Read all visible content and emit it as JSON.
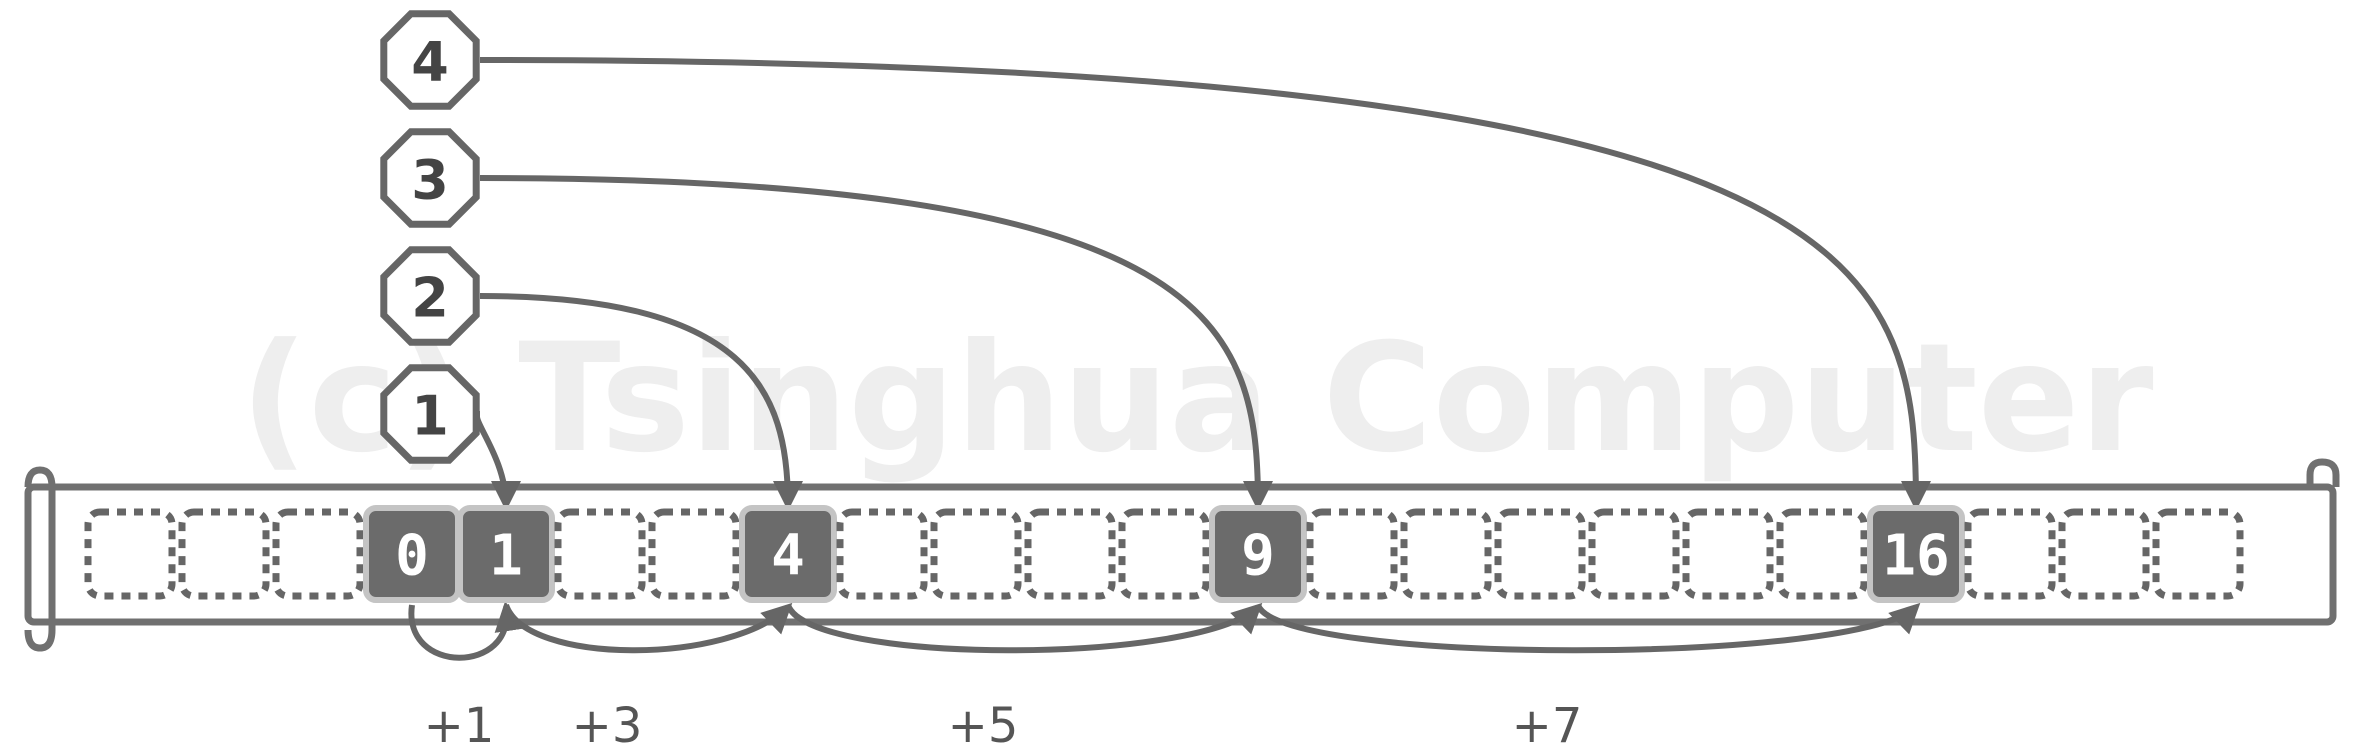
{
  "watermark": "(c) Tsinghua Computer",
  "cells": [
    {
      "value": ""
    },
    {
      "value": ""
    },
    {
      "value": ""
    },
    {
      "value": "0"
    },
    {
      "value": "1"
    },
    {
      "value": ""
    },
    {
      "value": ""
    },
    {
      "value": "4"
    },
    {
      "value": ""
    },
    {
      "value": ""
    },
    {
      "value": ""
    },
    {
      "value": ""
    },
    {
      "value": "9"
    },
    {
      "value": ""
    },
    {
      "value": ""
    },
    {
      "value": ""
    },
    {
      "value": ""
    },
    {
      "value": ""
    },
    {
      "value": ""
    },
    {
      "value": "16"
    },
    {
      "value": ""
    },
    {
      "value": ""
    },
    {
      "value": ""
    }
  ],
  "probes": [
    {
      "label": "1",
      "target_cell": 4
    },
    {
      "label": "2",
      "target_cell": 7
    },
    {
      "label": "3",
      "target_cell": 12
    },
    {
      "label": "4",
      "target_cell": 19
    }
  ],
  "steps": [
    {
      "label": "+1",
      "from_cell": 3,
      "to_cell": 4
    },
    {
      "label": "+3",
      "from_cell": 4,
      "to_cell": 7
    },
    {
      "label": "+5",
      "from_cell": 7,
      "to_cell": 12
    },
    {
      "label": "+7",
      "from_cell": 12,
      "to_cell": 19
    }
  ],
  "colors": {
    "filled_cell": "#6b6b6b",
    "stroke": "#666666",
    "watermark": "#eeeeee"
  }
}
